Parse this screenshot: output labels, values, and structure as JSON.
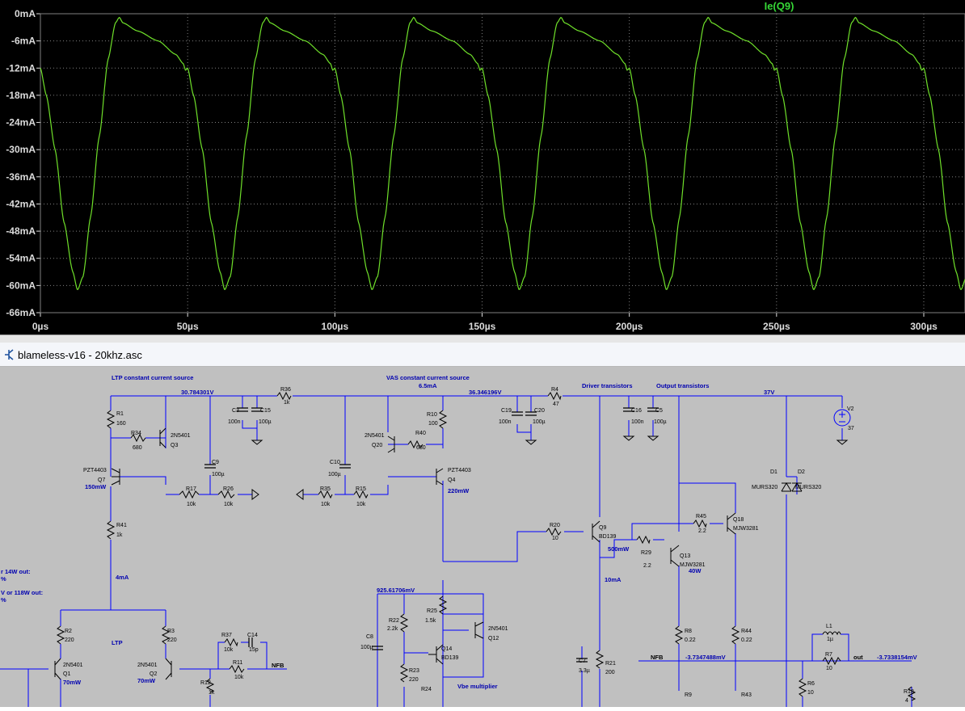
{
  "plot": {
    "trace_name": "Ie(Q9)",
    "colors": {
      "background": "#000000",
      "grid": "#7f7f7f",
      "trace": "#6fe02a",
      "label": "#dcdcdc",
      "trace_label": "#36d636"
    }
  },
  "chart_data": {
    "type": "line",
    "series": [
      {
        "name": "Ie(Q9)",
        "x": [],
        "y": []
      }
    ],
    "x_ticks": [
      "0µs",
      "50µs",
      "100µs",
      "150µs",
      "200µs",
      "250µs",
      "300µs"
    ],
    "y_ticks": [
      "0mA",
      "-6mA",
      "-12mA",
      "-18mA",
      "-24mA",
      "-30mA",
      "-36mA",
      "-42mA",
      "-48mA",
      "-54mA",
      "-60mA",
      "-66mA"
    ],
    "xlim": [
      0,
      314
    ],
    "ylim": [
      -66,
      0
    ],
    "grid": true,
    "period_us": 50,
    "min_ma": -61,
    "max_ma": -0.8
  },
  "schematic": {
    "window_title": "blameless-v16 - 20khz.asc",
    "colors": {
      "background": "#c0c0c0",
      "wire": "#0000ff",
      "text": "#000000",
      "annotation": "#0000b0"
    },
    "labels": {
      "ltp_ccs": "LTP constant current source",
      "vas_ccs": "VAS constant current source",
      "driver": "Driver transistors",
      "output": "Output transistors",
      "vbe": "Vbe multiplier",
      "ltp": "LTP",
      "v1": "30.784301V",
      "i1": "6.5mA",
      "v2": "36.346196V",
      "v3": "37V",
      "v4": "925.61706mV",
      "i2": "4mA",
      "i3": "10mA",
      "p_q7": "150mW",
      "p_q4": "220mW",
      "p_q9": "500mW",
      "p_q13": "40W",
      "p_q1": "70mW",
      "p_q2": "70mW",
      "nfb1": "NFB",
      "nfb2": "NFB",
      "vnfb": "-3.7347488mV",
      "out": "out",
      "vout": "-3.7338154mV",
      "side1": "r 14W out:",
      "side2": "%",
      "side3": "V or 118W out:",
      "side4": "%"
    },
    "components": [
      {
        "ref": "R1",
        "val": "160"
      },
      {
        "ref": "R34",
        "val": "680"
      },
      {
        "ref": "Q3",
        "val": "2N5401"
      },
      {
        "ref": "Q7",
        "val": "PZT4403"
      },
      {
        "ref": "C9",
        "val": "100µ"
      },
      {
        "ref": "C3",
        "val": "100n"
      },
      {
        "ref": "C15",
        "val": "100µ"
      },
      {
        "ref": "R36",
        "val": "1k"
      },
      {
        "ref": "R17",
        "val": "10k"
      },
      {
        "ref": "R26",
        "val": "10k"
      },
      {
        "ref": "R41",
        "val": "1k"
      },
      {
        "ref": "C10",
        "val": "100µ"
      },
      {
        "ref": "R35",
        "val": "10k"
      },
      {
        "ref": "R15",
        "val": "10k"
      },
      {
        "ref": "Q20",
        "val": "2N5401"
      },
      {
        "ref": "R10",
        "val": "100"
      },
      {
        "ref": "R40",
        "val": "680"
      },
      {
        "ref": "Q4",
        "val": "PZT4403"
      },
      {
        "ref": "C19",
        "val": "100n"
      },
      {
        "ref": "C20",
        "val": "100µ"
      },
      {
        "ref": "R4",
        "val": "47"
      },
      {
        "ref": "C16",
        "val": "100n"
      },
      {
        "ref": "C5",
        "val": "100µ"
      },
      {
        "ref": "V2",
        "val": "37"
      },
      {
        "ref": "D1",
        "val": "MURS320"
      },
      {
        "ref": "D2",
        "val": "MURS320"
      },
      {
        "ref": "R20",
        "val": "10"
      },
      {
        "ref": "Q9",
        "val": "BD139"
      },
      {
        "ref": "R29",
        "val": "2.2"
      },
      {
        "ref": "Q13",
        "val": "MJW3281"
      },
      {
        "ref": "R45",
        "val": "2.2"
      },
      {
        "ref": "Q18",
        "val": "MJW3281"
      },
      {
        "ref": "R2",
        "val": "220"
      },
      {
        "ref": "R3",
        "val": "220"
      },
      {
        "ref": "Q1",
        "val": "2N5401"
      },
      {
        "ref": "Q2",
        "val": "2N5401"
      },
      {
        "ref": "R37",
        "val": "10k"
      },
      {
        "ref": "C14",
        "val": "15p"
      },
      {
        "ref": "R11",
        "val": "10k"
      },
      {
        "ref": "R12",
        "val": "1k"
      },
      {
        "ref": "C8",
        "val": "100µ"
      },
      {
        "ref": "R22",
        "val": "2.2k"
      },
      {
        "ref": "R25",
        "val": "1.5k"
      },
      {
        "ref": "Q12",
        "val": "2N5401"
      },
      {
        "ref": "Q14",
        "val": "BD139"
      },
      {
        "ref": "R23",
        "val": "220"
      },
      {
        "ref": "R24",
        "val": ""
      },
      {
        "ref": "C7",
        "val": "3.3µ"
      },
      {
        "ref": "R21",
        "val": "200"
      },
      {
        "ref": "R8",
        "val": "0.22"
      },
      {
        "ref": "R44",
        "val": "0.22"
      },
      {
        "ref": "R9",
        "val": ""
      },
      {
        "ref": "R43",
        "val": ""
      },
      {
        "ref": "L1",
        "val": "1µ"
      },
      {
        "ref": "R7",
        "val": "10"
      },
      {
        "ref": "R6",
        "val": "10"
      },
      {
        "ref": "R18",
        "val": "4"
      }
    ]
  }
}
